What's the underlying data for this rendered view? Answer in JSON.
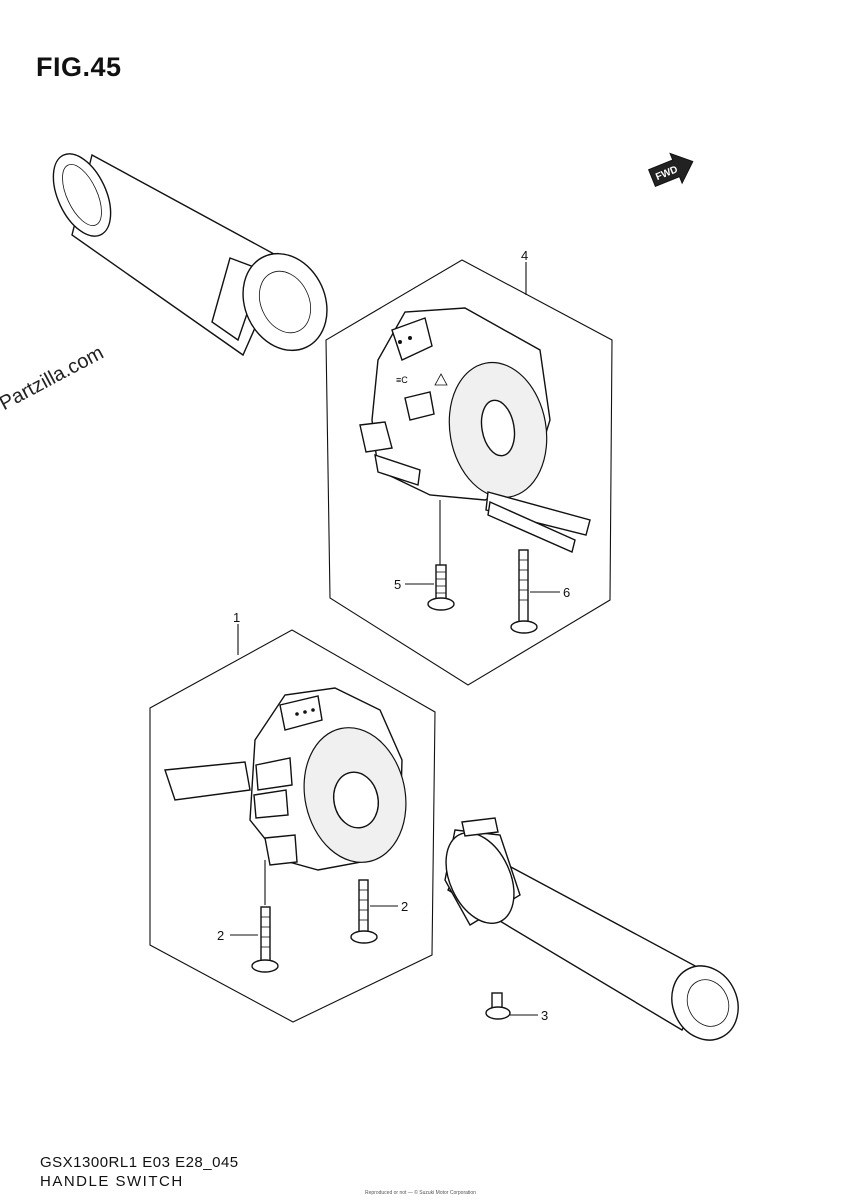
{
  "figure": {
    "title": "FIG.45",
    "model_code": "GSX1300RL1 E03 E28_045",
    "section_name": "HANDLE SWITCH",
    "watermark": "© Partzilla.com",
    "fwd_label": "FWD",
    "copyright_text": "Reproduced or not — © Suzuki Motor Corporation"
  },
  "callouts": [
    {
      "id": "1",
      "label": "1"
    },
    {
      "id": "2a",
      "label": "2"
    },
    {
      "id": "2b",
      "label": "2"
    },
    {
      "id": "3",
      "label": "3"
    },
    {
      "id": "4",
      "label": "4"
    },
    {
      "id": "5",
      "label": "5"
    },
    {
      "id": "6",
      "label": "6"
    }
  ],
  "icons": {
    "fwd_arrow": "fwd-arrow-icon",
    "right_switch": "right-handle-switch-icon",
    "left_switch": "left-handle-switch-icon"
  }
}
